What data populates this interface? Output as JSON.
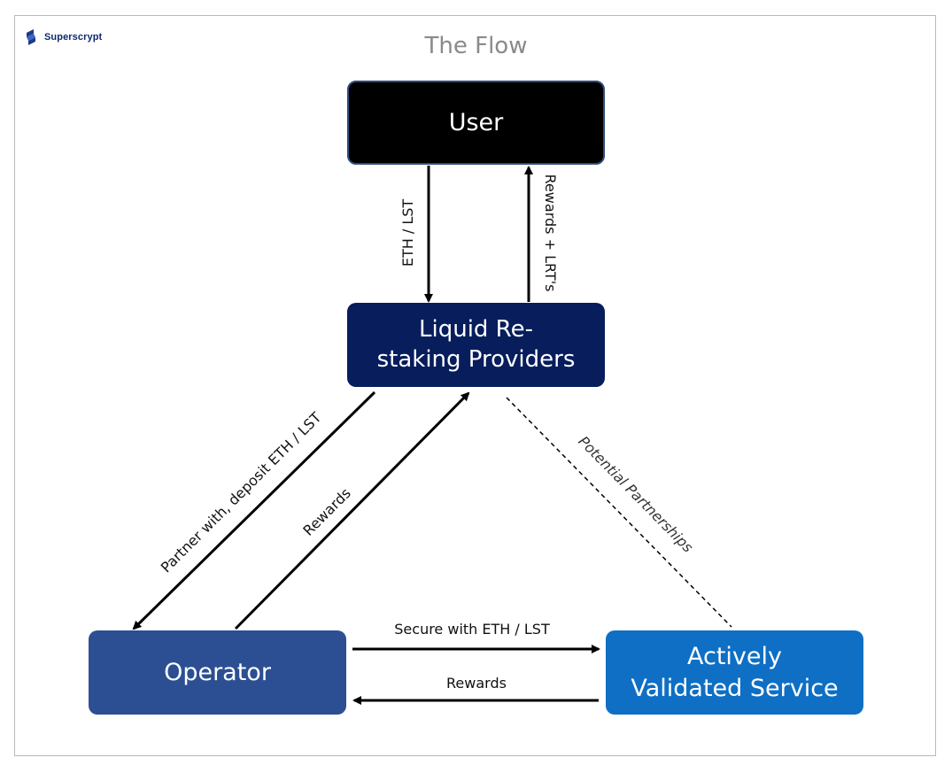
{
  "brand": {
    "name": "Superscrypt",
    "logo_icon": "superscrypt-logo-icon",
    "color": "#0e2a6b"
  },
  "title": "The Flow",
  "nodes": {
    "user": {
      "label": "User",
      "color": "#000000"
    },
    "lrp": {
      "line1": "Liquid Re-",
      "line2": "staking Providers",
      "color": "#071d5c"
    },
    "operator": {
      "label": "Operator",
      "color": "#2c4f94"
    },
    "avs": {
      "line1": "Actively",
      "line2": "Validated Service",
      "color": "#0e6fc4"
    }
  },
  "edges": {
    "user_to_lrp": "ETH / LST",
    "lrp_to_user": "Rewards + LRT's",
    "lrp_to_operator": "Partner with, deposit ETH / LST",
    "operator_to_lrp": "Rewards",
    "lrp_avs": "Potential Partnerships",
    "operator_to_avs": "Secure with ETH / LST",
    "avs_to_operator": "Rewards"
  }
}
